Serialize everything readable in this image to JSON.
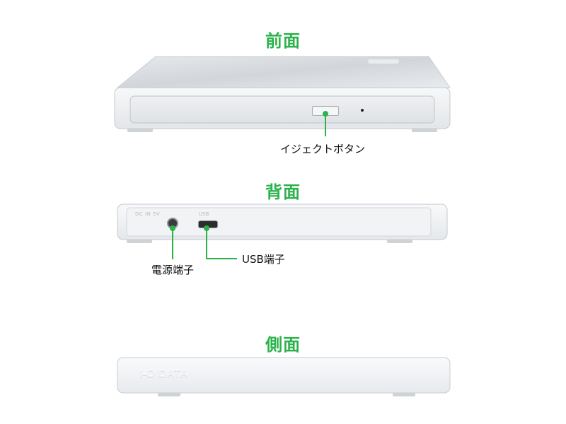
{
  "front": {
    "heading": "前面",
    "eject_label": "イジェクトボタン"
  },
  "back": {
    "heading": "背面",
    "power_label": "電源端子",
    "usb_label": "USB端子",
    "dc_print": "DC IN 5V",
    "usb_print": "USB"
  },
  "side": {
    "heading": "側面",
    "logo": "I-O DATA"
  },
  "colors": {
    "accent": "#2bb24c",
    "device_body": "#e9ebed",
    "device_top": "#dcdfe2"
  }
}
